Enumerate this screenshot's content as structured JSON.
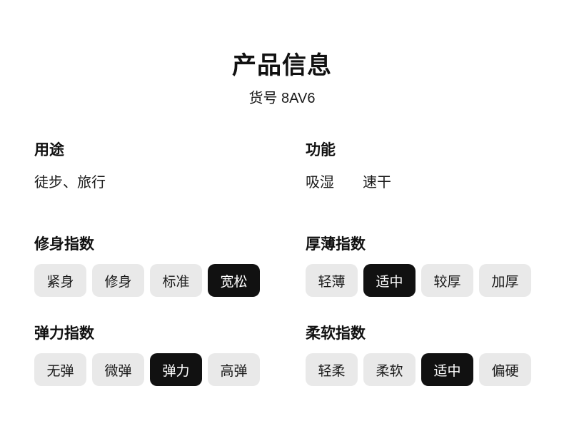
{
  "page": {
    "title": "产品信息",
    "subtitle": "货号 8AV6"
  },
  "sections": {
    "usage": {
      "heading": "用途",
      "value": "徒步、旅行"
    },
    "function": {
      "heading": "功能",
      "values": [
        "吸湿",
        "速干"
      ]
    },
    "fit": {
      "heading": "修身指数",
      "options": [
        "紧身",
        "修身",
        "标准",
        "宽松"
      ],
      "selected": "宽松"
    },
    "thickness": {
      "heading": "厚薄指数",
      "options": [
        "轻薄",
        "适中",
        "较厚",
        "加厚"
      ],
      "selected": "适中"
    },
    "elasticity": {
      "heading": "弹力指数",
      "options": [
        "无弹",
        "微弹",
        "弹力",
        "高弹"
      ],
      "selected": "弹力"
    },
    "softness": {
      "heading": "柔软指数",
      "options": [
        "轻柔",
        "柔软",
        "适中",
        "偏硬"
      ],
      "selected": "适中"
    }
  },
  "colors": {
    "background": "#ffffff",
    "text": "#1a1a1a",
    "pill_background": "#e9e9e9",
    "pill_selected_background": "#111111",
    "pill_selected_text": "#ffffff"
  }
}
